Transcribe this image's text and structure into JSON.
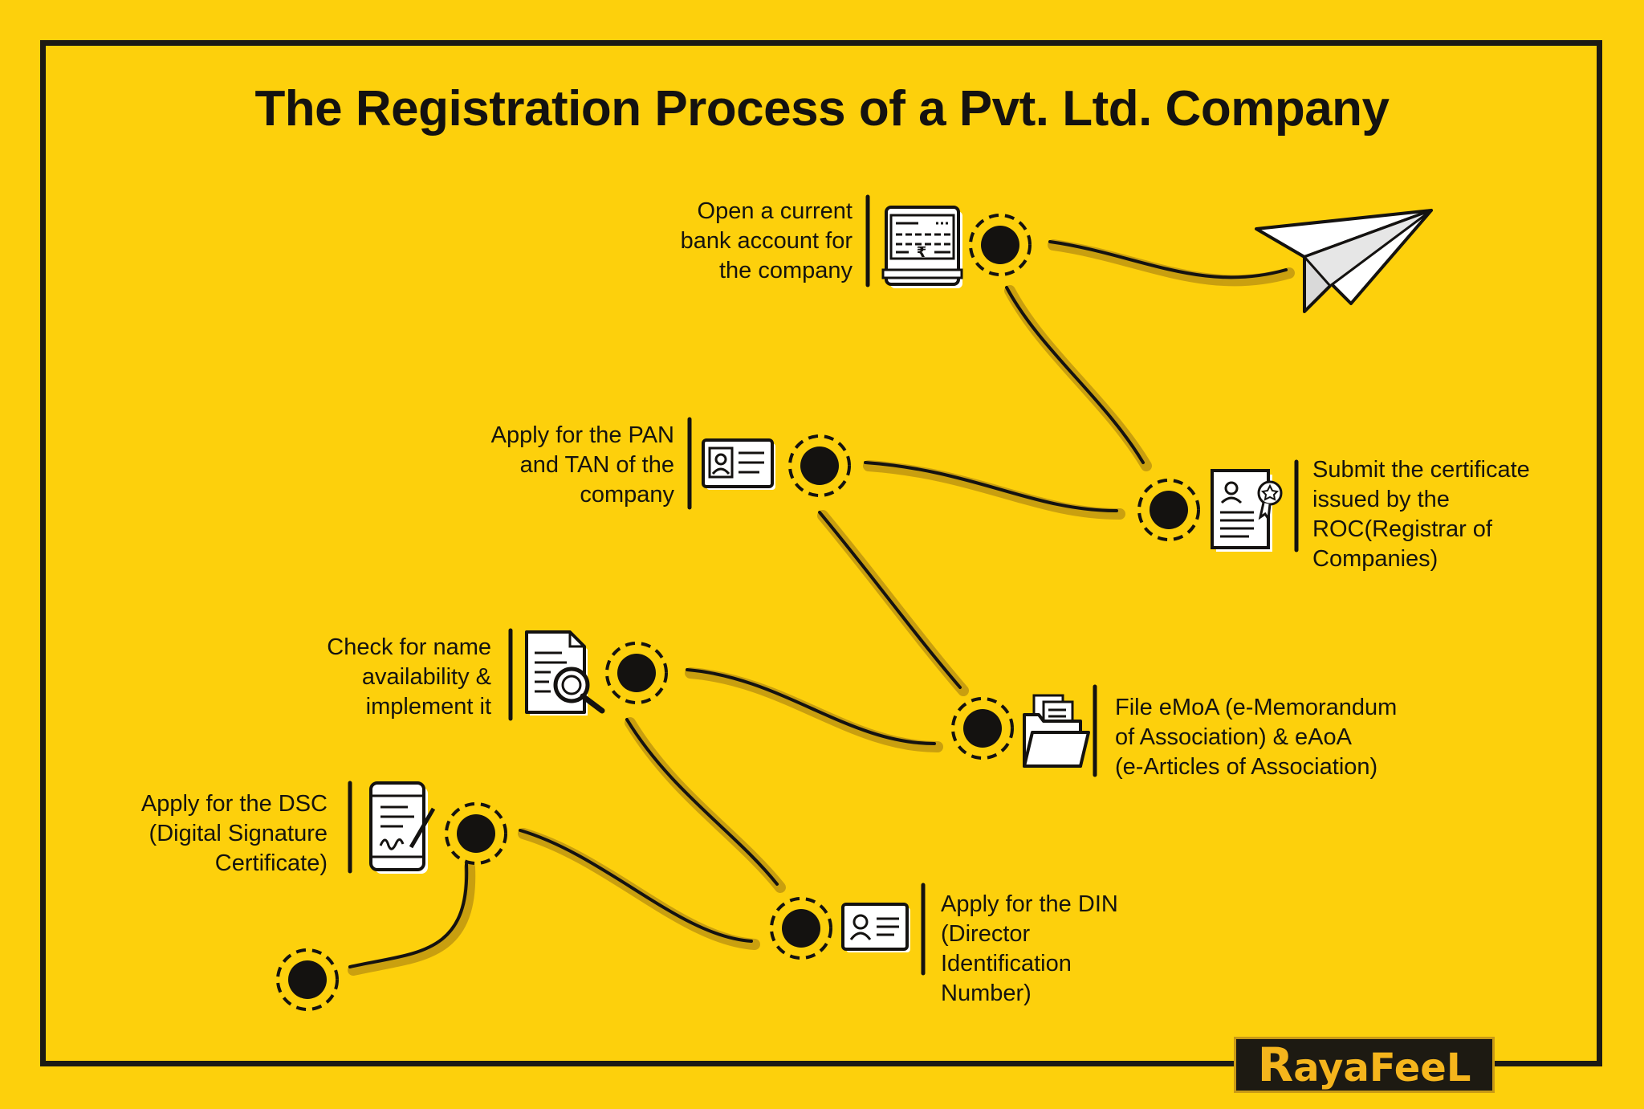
{
  "title": "The Registration Process of a Pvt. Ltd. Company",
  "steps": [
    {
      "text": [
        "Apply for the DSC",
        "(Digital Signature",
        "Certificate)"
      ],
      "icon": "smartphone-signature-icon"
    },
    {
      "text": [
        "Apply for the DIN",
        "(Director",
        "Identification",
        "Number)"
      ],
      "icon": "id-card-icon"
    },
    {
      "text": [
        "Check for name",
        "availability &",
        "implement it"
      ],
      "icon": "document-search-icon"
    },
    {
      "text": [
        "File eMoA (e-Memorandum",
        "of Association) & eAoA",
        "(e-Articles of Association)"
      ],
      "icon": "folder-files-icon"
    },
    {
      "text": [
        "Apply for the PAN",
        "and TAN of the",
        "company"
      ],
      "icon": "pan-card-icon"
    },
    {
      "text": [
        "Submit the certificate",
        "issued by the",
        "ROC(Registrar of",
        "Companies)"
      ],
      "icon": "certificate-icon"
    },
    {
      "text": [
        "Open a current",
        "bank account for",
        "the company"
      ],
      "icon": "bank-cheque-icon"
    }
  ],
  "end_icon": "paper-plane-icon",
  "logo": {
    "first": "R",
    "rest": "ayaFeeL"
  },
  "colors": {
    "background": "#fdd00c",
    "ink": "#141210",
    "shadow": "#c49a10"
  }
}
